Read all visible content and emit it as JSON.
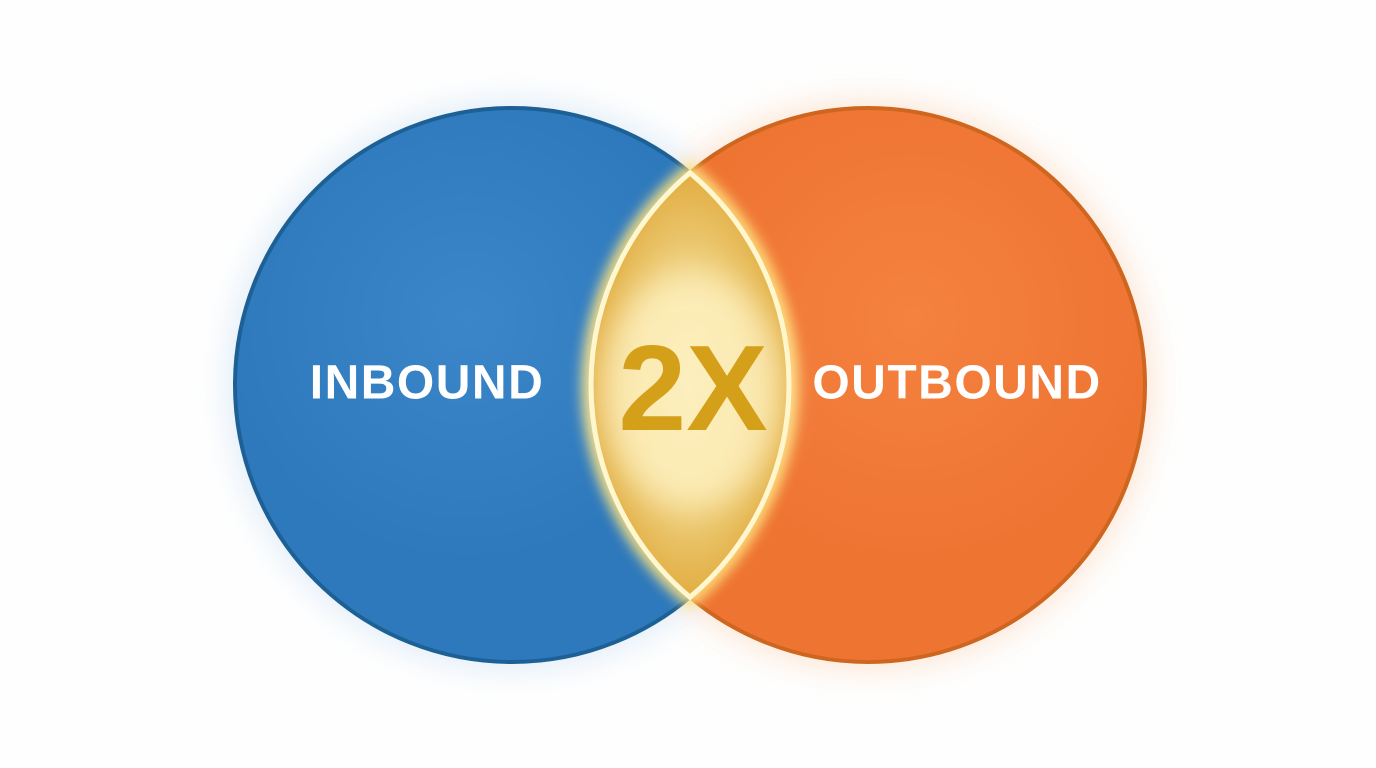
{
  "venn": {
    "type": "venn-2-circle",
    "left": {
      "label": "INBOUND"
    },
    "right": {
      "label": "OUTBOUND"
    },
    "overlap": {
      "label": "2X"
    }
  },
  "colors": {
    "background": "#FEFEFE",
    "blue_fill": "#2E79BC",
    "blue_highlight": "#3B86C9",
    "blue_rim": "#1D6095",
    "blue_halo": "#DCEAF7",
    "orange_fill": "#EE7432",
    "orange_highlight": "#F5823F",
    "orange_rim": "#CE661F",
    "orange_halo": "#FCE2CE",
    "lens_center": "#F7E6AE",
    "lens_mid": "#EFD181",
    "lens_outer": "#E3B148",
    "lens_tip": "#DCA437",
    "lens_stroke": "#FFF7CF",
    "lens_glow": "#FFE27E",
    "lens_inner_glow": "#FFF3C4",
    "label_color": "#FFFFFF",
    "multiplier_color": "#D5A019"
  }
}
